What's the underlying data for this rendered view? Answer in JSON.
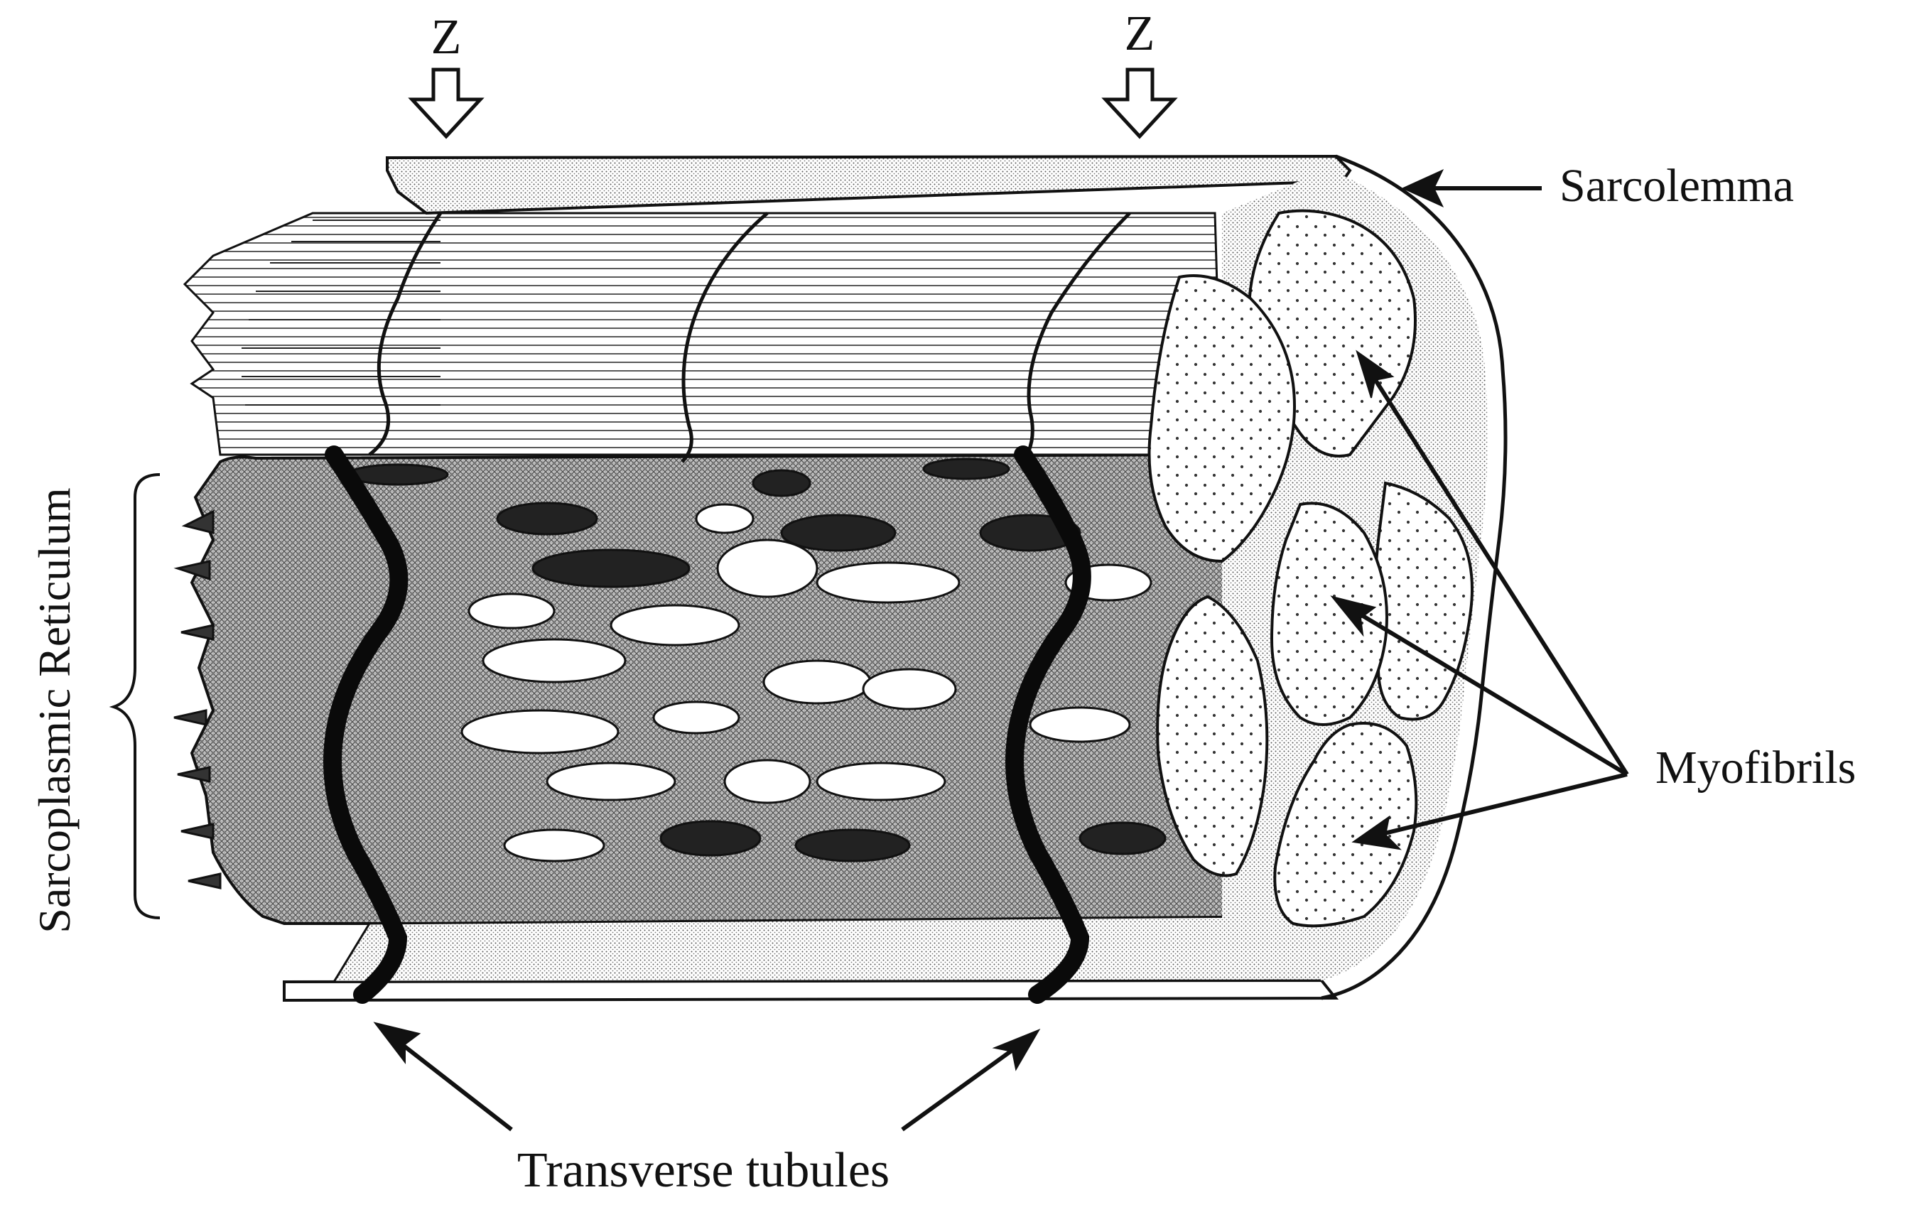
{
  "labels": {
    "z_left": "Z",
    "z_right": "Z",
    "sarcolemma": "Sarcolemma",
    "sarcoplasmic_reticulum": "Sarcoplasmic Reticulum",
    "myofibrils": "Myofibrils",
    "transverse_tubules": "Transverse tubules"
  },
  "colors": {
    "ink": "#111111",
    "paper": "#ffffff",
    "stipple": "#555555"
  }
}
